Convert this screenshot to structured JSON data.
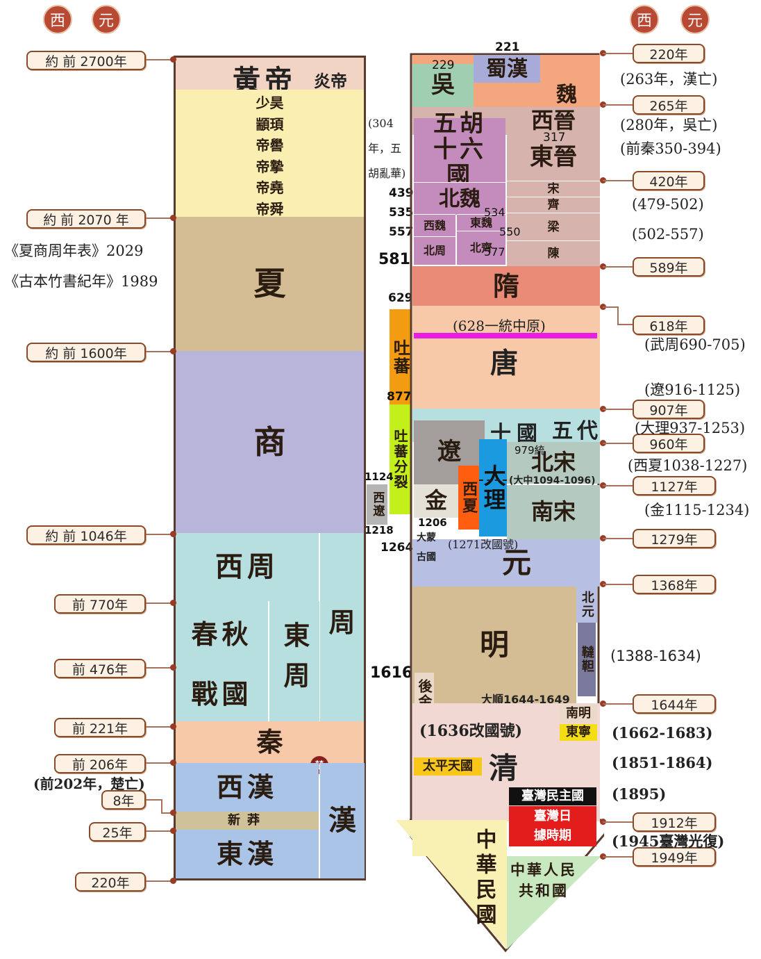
{
  "header": {
    "left": [
      "西",
      "元"
    ],
    "right": [
      "西",
      "元"
    ]
  },
  "left_column": {
    "pills": [
      "約 前 2700年",
      "約 前 2070 年",
      "約 前 1600年",
      "約 前 1046年",
      "前 770年",
      "前 476年",
      "前 221年",
      "前 206年",
      "8年",
      "25年",
      "220年"
    ],
    "notes": {
      "xia_a": "《夏商周年表》2029",
      "xia_b": "《古本竹書紀年》1989",
      "chu_end": "(前202年，楚亡)"
    },
    "blocks": {
      "huangdi": "黃帝",
      "yandi": "炎帝",
      "wudi": [
        "少昊",
        "顓頊",
        "帝嚳",
        "帝摯",
        "帝堯",
        "帝舜"
      ],
      "xia": "夏",
      "shang": "商",
      "xizhou": "西周",
      "chunqiu": "春秋",
      "zhanguo": "戰國",
      "dongzhou": "東周",
      "zhou": "周",
      "qin": "秦",
      "chu": "楚",
      "xihan": "西漢",
      "xinmang": "新莽",
      "donghan": "東漢",
      "han": "漢"
    }
  },
  "middle": {
    "nums": {
      "n221": "221",
      "n229": "229",
      "n317": "317",
      "n439": "439",
      "n535": "535",
      "n534": "534",
      "n557": "557",
      "n550": "550",
      "n577": "577",
      "n581": "581",
      "n629": "629",
      "n877": "877",
      "n1124": "1124",
      "n1218": "1218",
      "n1264": "1264",
      "n1206": "1206",
      "n1616": "1616",
      "n979": "979統"
    },
    "wuhu_note": "(304年，五胡亂華)",
    "tubo": "吐蕃",
    "tubo_split": "吐蕃分裂",
    "xiliao": "西遼"
  },
  "right_column": {
    "pills": [
      "220年",
      "265年",
      "420年",
      "589年",
      "618年",
      "907年",
      "960年",
      "1127年",
      "1279年",
      "1368年",
      "1644年",
      "1912年",
      "1949年"
    ],
    "notes": {
      "han_end": "(263年，漢亡)",
      "wu_end": "(280年，吳亡)",
      "qianqin": "(前秦350-394)",
      "qi": "(479-502)",
      "liang": "(502-557)",
      "wuzhou": "(武周690-705)",
      "liao": "(遼916-1125)",
      "dali": "(大理937-1253)",
      "xixia": "(西夏1038-1227)",
      "jin": "(金1115-1234)",
      "beiyuan": "(1388-1634)",
      "dongning": "(1662-1683)",
      "taiping": "(1851-1864)",
      "taiwan_mz": "(1895)",
      "guangfu": "(1945臺灣光復)"
    },
    "blocks": {
      "wu": "吳",
      "shuhan": "蜀漢",
      "wei": "魏",
      "xijin": "西晉",
      "dongjin": "東晉",
      "wuhu": "五胡十六國",
      "song": "宋",
      "qi": "齊",
      "liang": "梁",
      "chen": "陳",
      "beiwei": "北魏",
      "xiwei": "西魏",
      "dongwei": "東魏",
      "beizhou": "北周",
      "beiqi": "北齊",
      "sui": "隋",
      "tang": "唐",
      "tongyi": "(628一統中原)",
      "shiguo": "十國",
      "wudai": "五代",
      "liao": "遼",
      "dali": "大理",
      "dazhong": "(大中1094-1096)",
      "beisong": "北宋",
      "xixia": "西夏",
      "jin": "金",
      "nansong": "南宋",
      "menggu": "大蒙古國",
      "gaiguohao": "(1271改國號)",
      "yuan": "元",
      "ming": "明",
      "beiyuan": "北元",
      "dada": "韃靼",
      "houjin": "後金",
      "dashun": "大順1644-1649",
      "nanming": "南明",
      "dongning": "東寧",
      "gaiguohao2": "(1636改國號)",
      "qing": "清",
      "taiping": "太平天國",
      "taiwan_mz": "臺灣民主國",
      "taiwan_rj": "臺灣日據時期",
      "zhonghua": "中華民國",
      "prc": "中華人民共和國"
    }
  }
}
